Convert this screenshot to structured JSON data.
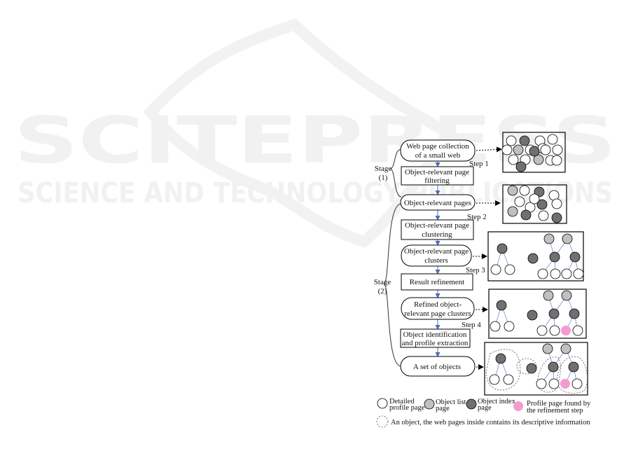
{
  "watermark": {
    "line1": "SCITEPRESS",
    "line2": "SCIENCE AND TECHNOLOGY PUBLICATIONS"
  },
  "stages": {
    "stage1": {
      "line1": "Stage",
      "line2": "(1)"
    },
    "stage2": {
      "line1": "Stage",
      "line2": "(2)"
    }
  },
  "steps": [
    "Step 1",
    "Step 2",
    "Step 3",
    "Step 4"
  ],
  "flow": {
    "web_collection": [
      "Web page collection",
      "of a small web"
    ],
    "filtering": [
      "Object-relevant page",
      "filtering"
    ],
    "relevant_pages": [
      "Object-relevant pages"
    ],
    "clustering": [
      "Object-relevant page",
      "clustering"
    ],
    "clusters": [
      "Object-relevant page",
      "clusters"
    ],
    "refinement": [
      "Result refinement"
    ],
    "refined_clusters": [
      "Refined object-",
      "relevant page clusters"
    ],
    "identification": [
      "Object identification",
      "and profile extraction"
    ],
    "objects": [
      "A set of objects"
    ]
  },
  "legend": {
    "detailed": [
      "Detailed",
      "profile page"
    ],
    "list": [
      "Object list",
      "page"
    ],
    "index": [
      "Object index",
      "page"
    ],
    "refined": [
      "Profile page found by",
      "the refinement step"
    ],
    "object": "An object, the web pages inside contains its descriptive information"
  },
  "colors": {
    "white_node": "#ffffff",
    "list_node": "#c0c0c0",
    "index_node": "#707070",
    "refined_node": "#f39bd0",
    "edge": "#6f8fd0",
    "arrow": "#4a6fb5"
  }
}
